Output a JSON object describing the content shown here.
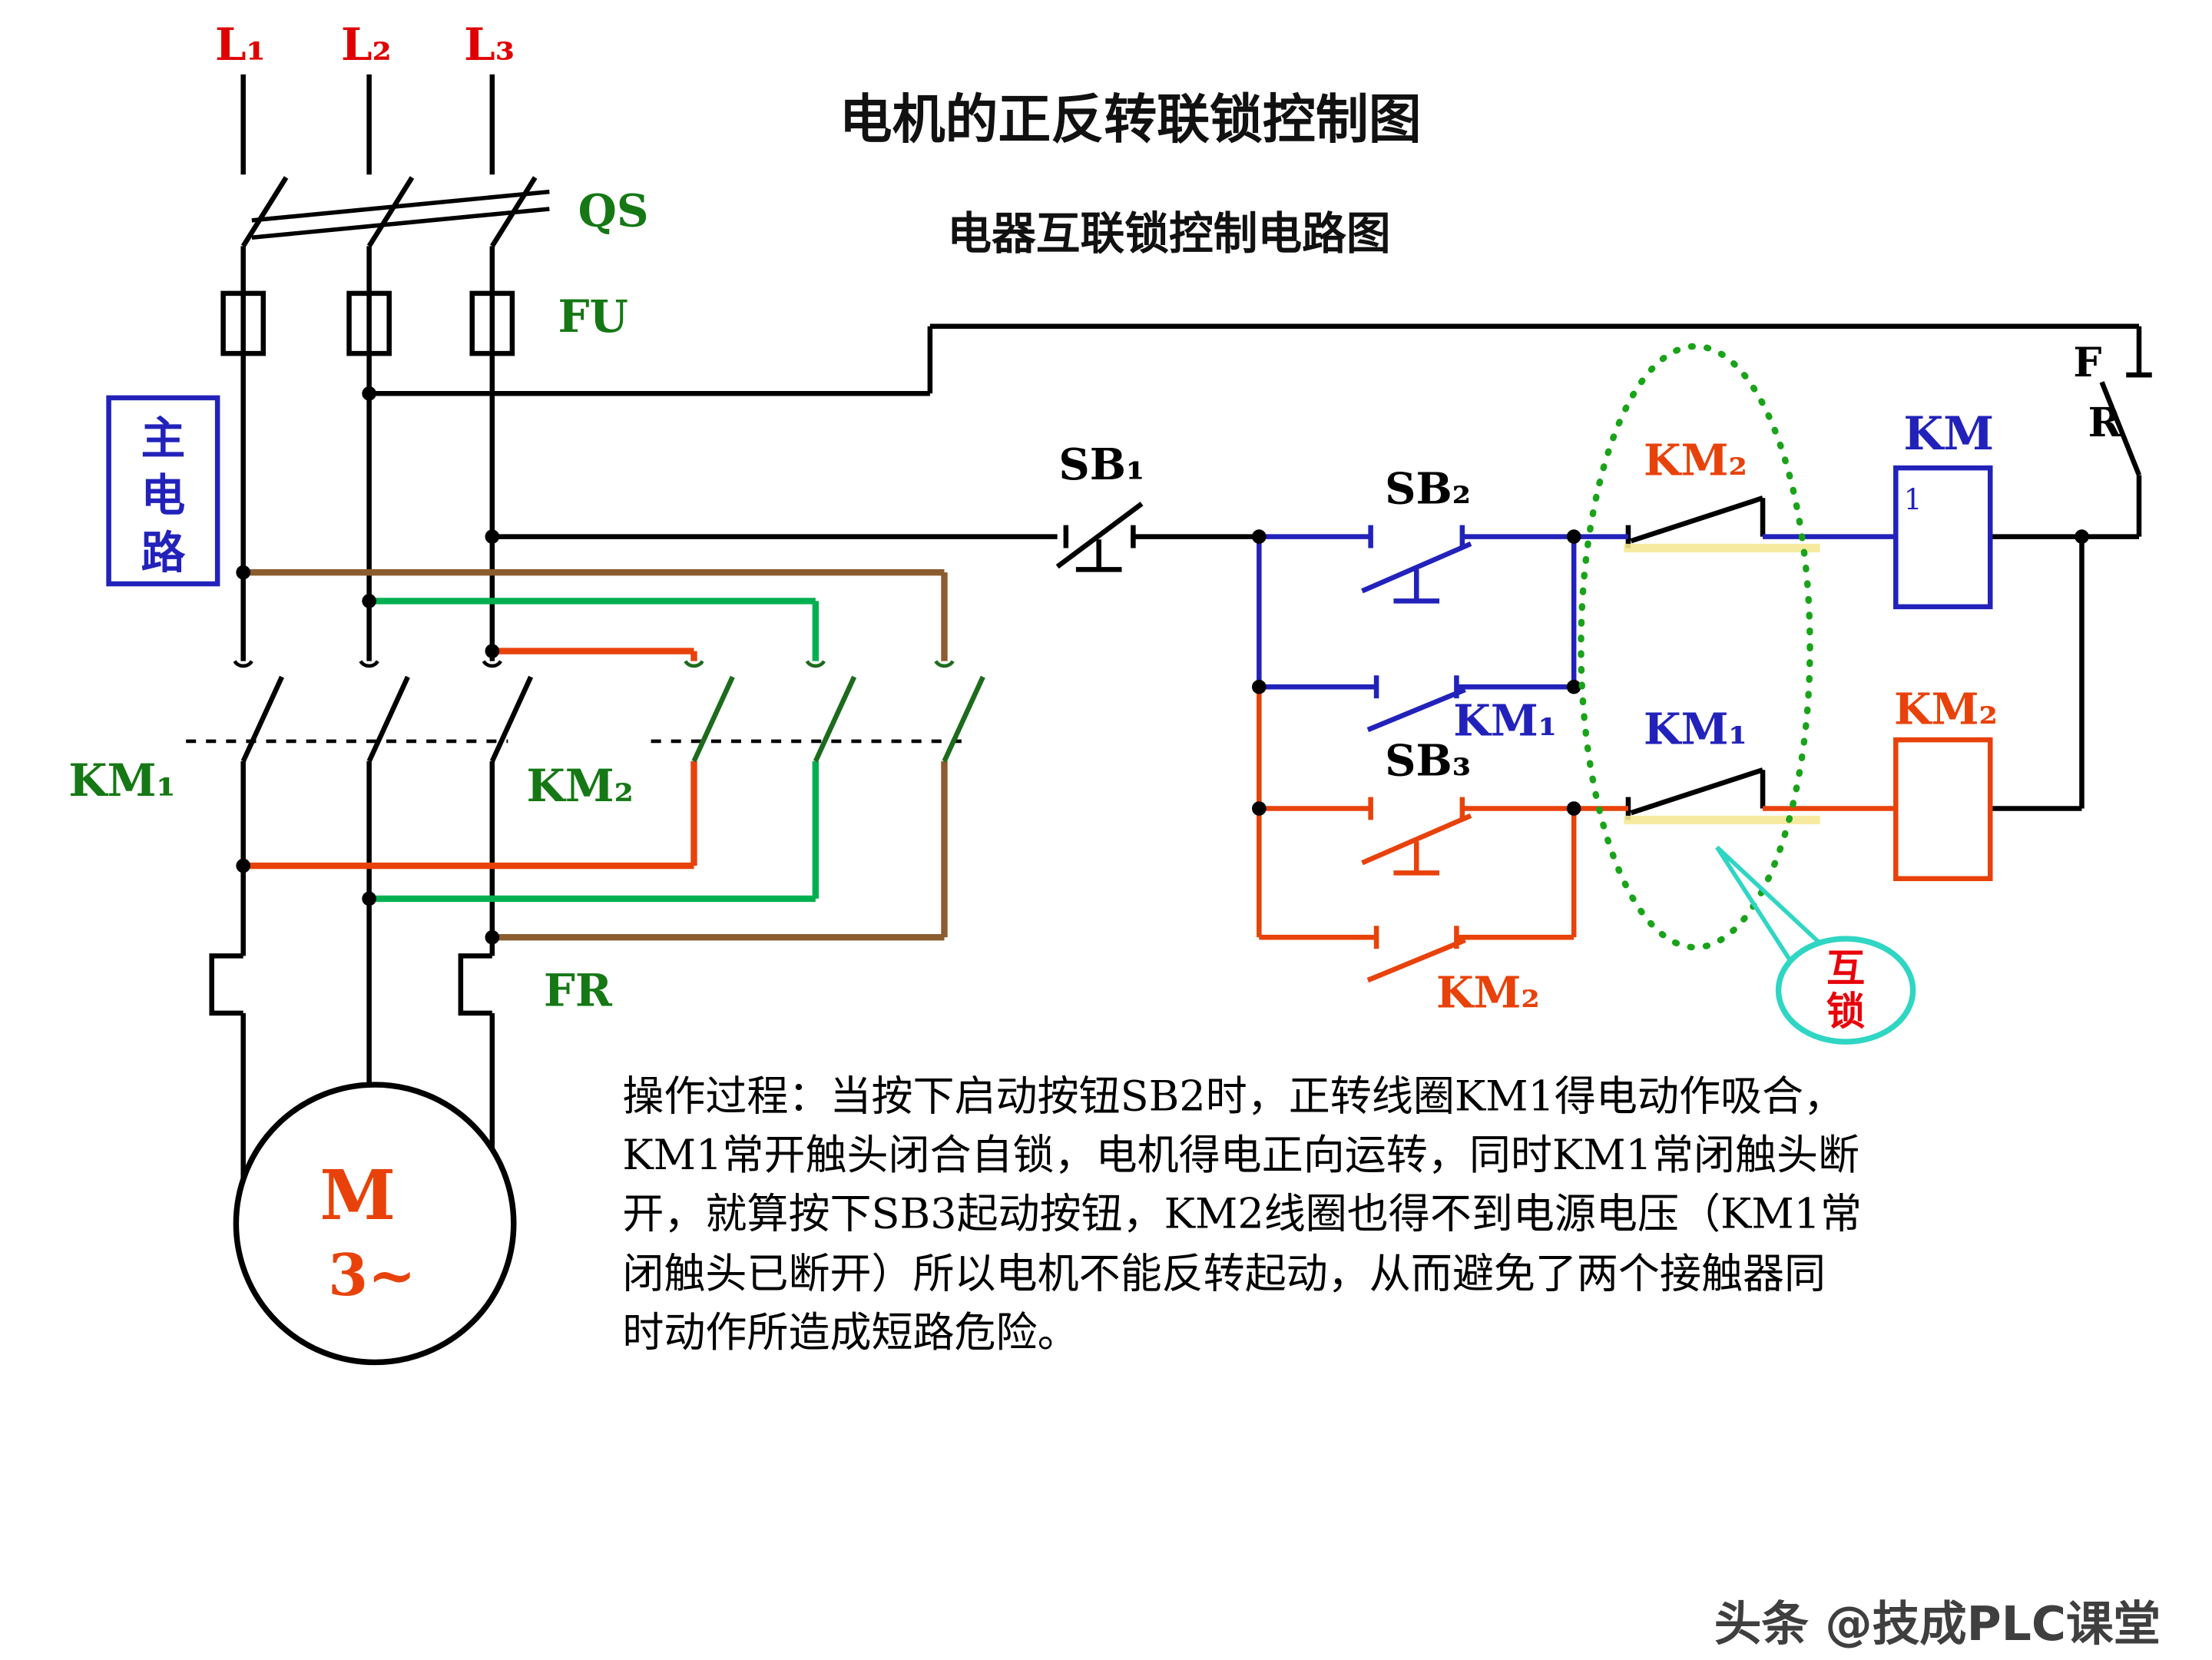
{
  "title": {
    "main": "电机的正反转联锁控制图",
    "sub": "电器互联锁控制电路图"
  },
  "phase_labels": {
    "l1": "L₁",
    "l2": "L₂",
    "l3": "L₃"
  },
  "component_labels": {
    "qs": "QS",
    "fu": "FU",
    "fr_main": "FR",
    "km1_main": "KM₁",
    "km2_main": "KM₂",
    "mc1": "主",
    "mc2": "电",
    "mc3": "路",
    "sb1": "SB₁",
    "sb2": "SB₂",
    "sb3": "SB₃",
    "km1_aux": "KM₁",
    "km2_aux": "KM₂",
    "km2_nc": "KM₂",
    "km1_nc": "KM₁",
    "km_coil": "KM",
    "km_coil_sub": "1",
    "km2_coil": "KM₂",
    "fr_f": "F",
    "fr_r": "R",
    "motor_m": "M",
    "motor_phase": "3~",
    "interlock_1": "互",
    "interlock_2": "锁"
  },
  "paragraph": "操作过程：当按下启动按钮SB2时，正转线圈KM1得电动作吸合，\nKM1常开触头闭合自锁，电机得电正向运转，同时KM1常闭触头断\n开，就算按下SB3起动按钮，KM2线圈也得不到电源电压（KM1常\n闭触头已断开）所以电机不能反转起动，从而避免了两个接触器同\n时动作所造成短路危险。",
  "watermark": "头条 @技成PLC课堂",
  "colors": {
    "phase_label": "#e00000",
    "component_label": "#157815",
    "blue_circuit": "#2222bb",
    "red_circuit": "#e8420a",
    "green_wire": "#00b050",
    "brown_wire": "#8a5c2e",
    "dark_green_blade": "#1d6b1d",
    "interlock_ellipse": "#19a319",
    "callout_ellipse": "#2fd6c3",
    "highlight": "#f5e897"
  }
}
